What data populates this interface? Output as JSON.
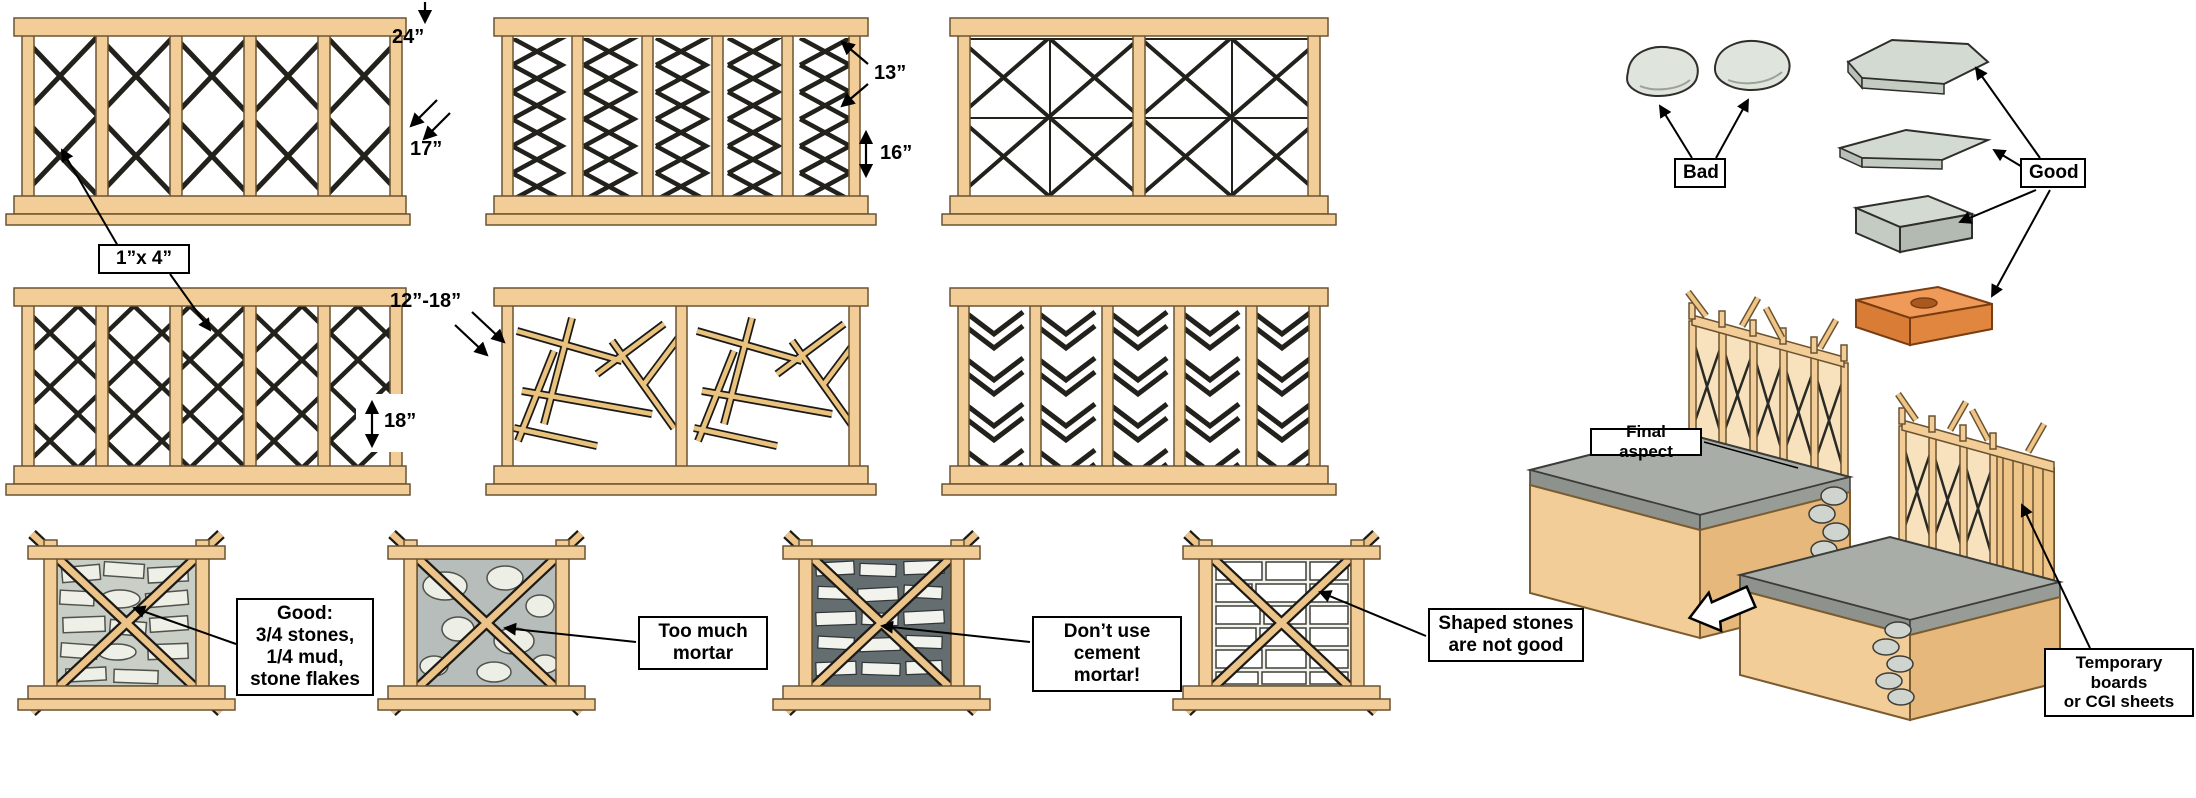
{
  "dimensions": {
    "d24": "24”",
    "d17": "17”",
    "d13": "13”",
    "d16": "16”",
    "d12_18": "12”-18”",
    "d18": "18”",
    "lath": "1”x 4”"
  },
  "infill": {
    "good": [
      "Good:",
      "3/4 stones,",
      "1/4 mud,",
      "stone flakes"
    ],
    "too_much": [
      "Too much",
      "mortar"
    ],
    "cement": [
      "Don’t use",
      "cement mortar!"
    ],
    "shaped": [
      "Shaped stones",
      "are not good"
    ]
  },
  "stones": {
    "bad": "Bad",
    "good": "Good"
  },
  "assembly": {
    "final": "Final aspect",
    "temporary": [
      "Temporary boards",
      "or CGI sheets"
    ]
  },
  "colors": {
    "wood": "#f3cd97",
    "wood_outline": "#6b5330",
    "lattice": "#23211c",
    "stone_gray": "#d3dad2",
    "mud_mortar": "#c9cec7",
    "excess_mortar": "#b7bdbb",
    "cement_mortar": "#646d70",
    "brick_orange": "#ef9a58",
    "concrete_slab": "#a9ada7",
    "ground_tan": "#f3cd97"
  }
}
